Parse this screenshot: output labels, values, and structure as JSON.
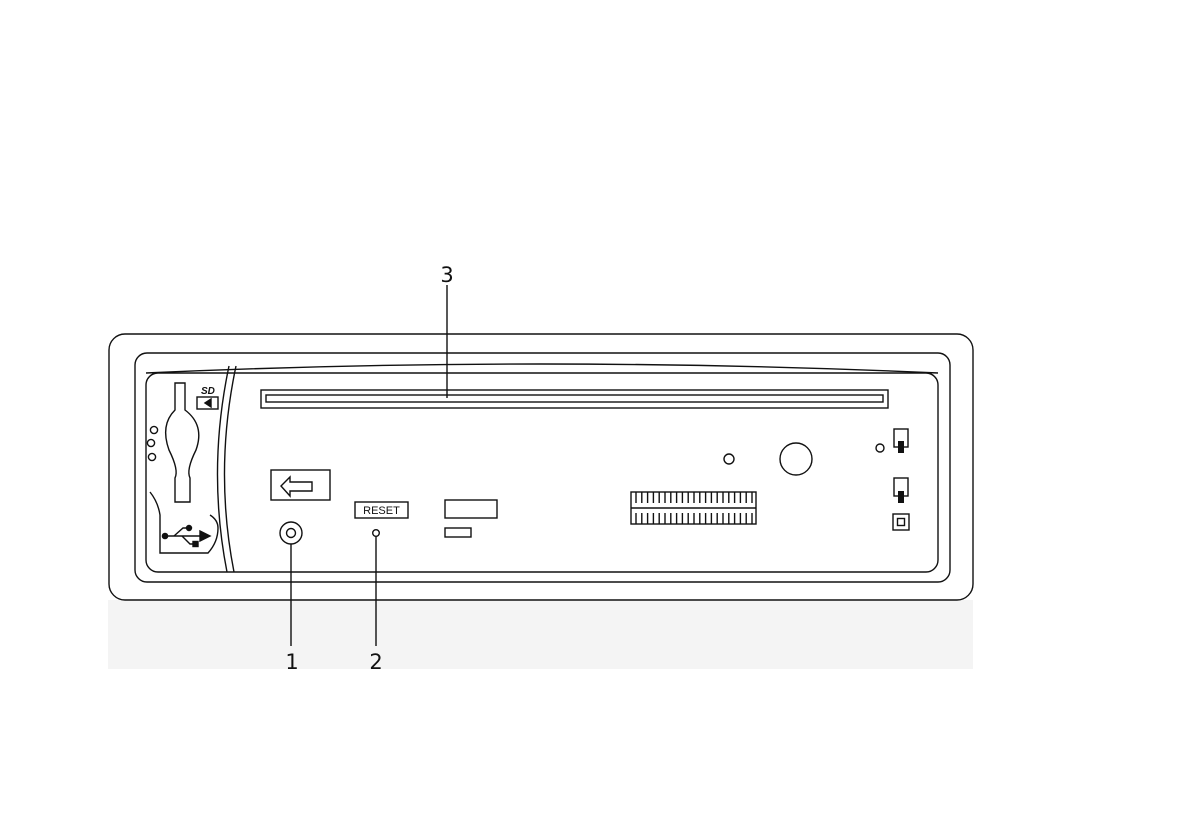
{
  "diagram": {
    "callouts": [
      {
        "id": "1",
        "label": "1"
      },
      {
        "id": "2",
        "label": "2"
      },
      {
        "id": "3",
        "label": "3"
      }
    ],
    "labels": {
      "sd": "SD",
      "reset": "RESET"
    },
    "colors": {
      "stroke": "#111111",
      "background": "#ffffff",
      "strip": "#f4f4f4"
    },
    "icons": [
      "usb-icon",
      "sd-card-icon",
      "eject-arrow-icon"
    ]
  }
}
